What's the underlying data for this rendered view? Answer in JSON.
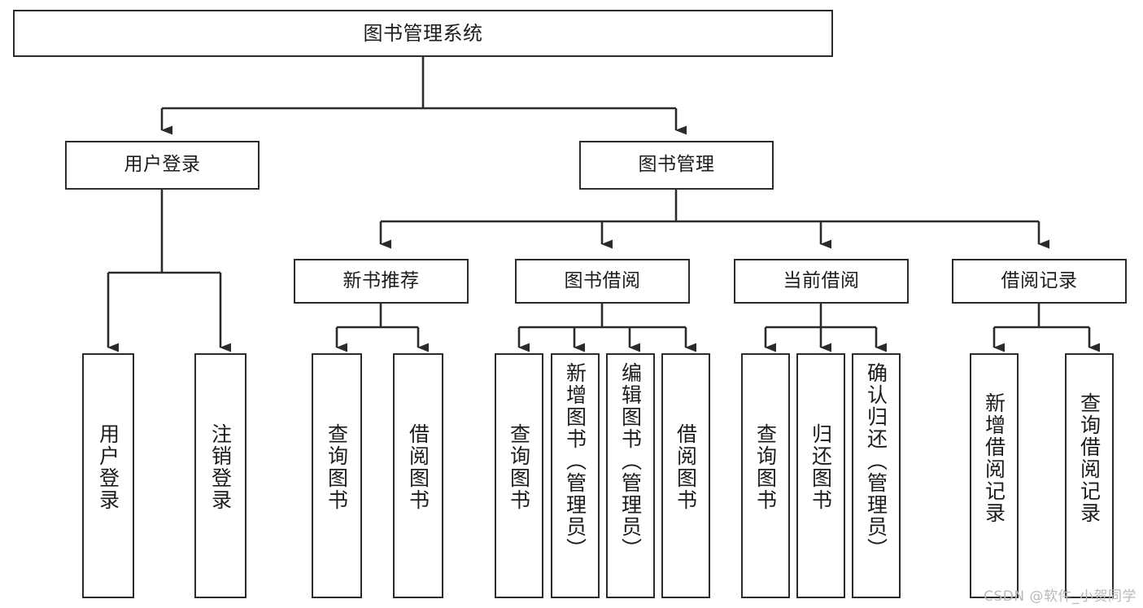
{
  "diagram": {
    "title": "图书管理系统",
    "type": "tree",
    "orientation": "top-down",
    "edge_style": "orthogonal-arrow",
    "colors": {
      "background": "#ffffff",
      "node_fill": "#ffffff",
      "node_border": "#2b2b2b",
      "edge": "#2b2b2b",
      "text": "#1c1c1c",
      "watermark": "#b9b9b9"
    }
  },
  "watermark": "CSDN @软件_小贺同学",
  "nodes": {
    "root": {
      "label": "图书管理系统",
      "level": 0
    },
    "level1": [
      {
        "id": "user-login",
        "label": "用户登录"
      },
      {
        "id": "book-manage",
        "label": "图书管理"
      }
    ],
    "level2": [
      {
        "id": "new-book-recommend",
        "label": "新书推荐",
        "parent": "book-manage"
      },
      {
        "id": "book-borrow",
        "label": "图书借阅",
        "parent": "book-manage"
      },
      {
        "id": "current-borrow",
        "label": "当前借阅",
        "parent": "book-manage"
      },
      {
        "id": "borrow-record",
        "label": "借阅记录",
        "parent": "book-manage"
      }
    ],
    "leaves": [
      {
        "id": "leaf-user-login",
        "label": "用户登录",
        "parent": "user-login"
      },
      {
        "id": "leaf-user-logout",
        "label": "注销登录",
        "parent": "user-login"
      },
      {
        "id": "leaf-query-book-1",
        "label": "查询图书",
        "parent": "new-book-recommend"
      },
      {
        "id": "leaf-borrow-book-1",
        "label": "借阅图书",
        "parent": "new-book-recommend"
      },
      {
        "id": "leaf-query-book-2",
        "label": "查询图书",
        "parent": "book-borrow"
      },
      {
        "id": "leaf-add-book",
        "label": "新增图书（管理员）",
        "parent": "book-borrow"
      },
      {
        "id": "leaf-edit-book",
        "label": "编辑图书（管理员）",
        "parent": "book-borrow"
      },
      {
        "id": "leaf-borrow-book-2",
        "label": "借阅图书",
        "parent": "book-borrow"
      },
      {
        "id": "leaf-query-book-3",
        "label": "查询图书",
        "parent": "current-borrow"
      },
      {
        "id": "leaf-return-book",
        "label": "归还图书",
        "parent": "current-borrow"
      },
      {
        "id": "leaf-confirm-return",
        "label": "确认归还（管理员）",
        "parent": "current-borrow"
      },
      {
        "id": "leaf-add-record",
        "label": "新增借阅记录",
        "parent": "borrow-record"
      },
      {
        "id": "leaf-query-record",
        "label": "查询借阅记录",
        "parent": "borrow-record"
      }
    ]
  }
}
